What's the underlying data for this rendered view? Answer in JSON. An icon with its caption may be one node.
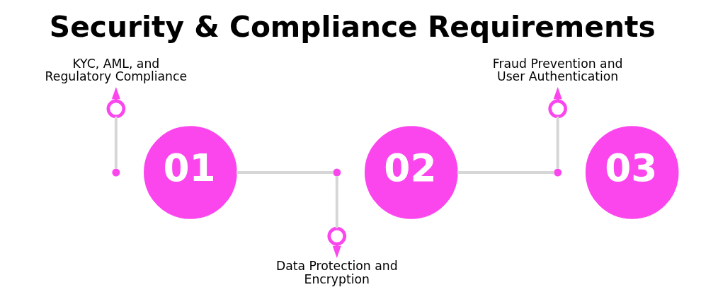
{
  "diagram": {
    "title": "Security & Compliance Requirements",
    "nodes": [
      {
        "text": [],
        "shape": "circle"
      },
      {
        "text": [],
        "shape": "circle"
      },
      {
        "text": [
          "KYC, AML, and Regulatory Compliance"
        ]
      },
      {
        "text": [
          "01"
        ]
      },
      {
        "text": [],
        "shape": "circle"
      },
      {
        "text": [
          "02"
        ]
      },
      {
        "text": [],
        "shape": "circle"
      },
      {
        "text": [
          "Data Protection and Encryption"
        ]
      },
      {
        "text": [],
        "shape": "circle"
      },
      {
        "text": [],
        "shape": "circle"
      },
      {
        "text": [
          "Fraud Prevention and User Authentication"
        ]
      },
      {
        "text": [
          "03"
        ]
      }
    ],
    "edges": [
      {
        "from": 0,
        "to": 1,
        "arrow": "none"
      },
      {
        "from": 1,
        "to": 2,
        "arrow": "to",
        "color": "#fb46ee"
      },
      {
        "from": 3,
        "to": 4,
        "arrow": "none"
      },
      {
        "from": 6,
        "to": 4,
        "arrow": "none"
      },
      {
        "from": 6,
        "to": 7,
        "arrow": "to",
        "color": "#fb46ee"
      },
      {
        "from": 5,
        "to": 8,
        "arrow": "none"
      },
      {
        "from": 8,
        "to": 9,
        "arrow": "none"
      },
      {
        "from": 9,
        "to": 10,
        "arrow": "to",
        "color": "#fb46ee"
      }
    ]
  }
}
